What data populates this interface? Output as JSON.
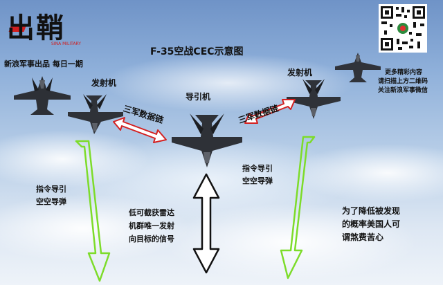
{
  "brand": {
    "logo_text": "出鞘",
    "logo_sub": "SINA MILITARY",
    "tagline": "新浪军事出品 每日一期"
  },
  "title": "F-35空战CEC示意图",
  "qr_caption": [
    "更多精彩内容",
    "请扫描上方二维码",
    "关注新浪军事微信"
  ],
  "labels": {
    "launcher_left": "发射机",
    "launcher_right": "发射机",
    "guide": "导引机",
    "datalink_left": "三军数据链",
    "datalink_right": "三军数据链",
    "cmd_left_1": "指令导引",
    "cmd_left_2": "空空导弹",
    "cmd_right_1": "指令导引",
    "cmd_right_2": "空空导弹",
    "radar_1": "低可截获雷达",
    "radar_2": "机群唯一发射",
    "radar_3": "向目标的信号",
    "note_1": "为了降低被发现",
    "note_2": "的概率美国人可",
    "note_3": "谓煞费苦心"
  },
  "colors": {
    "datalink_arrow": "#d42020",
    "missile_arrow": "#7ddc2a",
    "radar_arrow": "#111111"
  }
}
